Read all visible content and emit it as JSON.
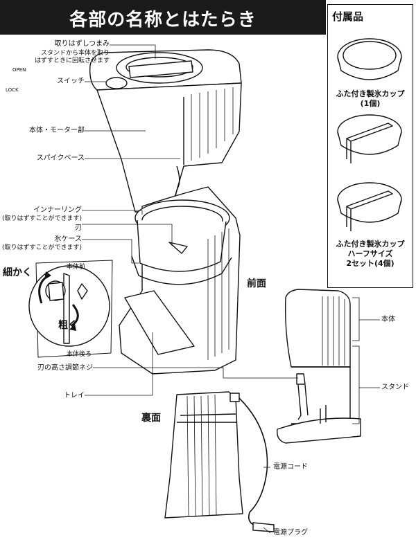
{
  "title": "各部の名称とはたらき",
  "accessories": {
    "heading": "付属品",
    "item1_line1": "ふた付き製氷カップ",
    "item1_line2": "(1個)",
    "item2_line1": "ふた付き製氷カップ",
    "item2_line2": "ハーフサイズ",
    "item2_line3": "2セット(4個)"
  },
  "labels": {
    "knob": "取りはずしつまみ",
    "knob_note1": "スタンドから本体を取り",
    "knob_note2": "はずすときに回転させます",
    "open": "OPEN",
    "lock": "LOCK",
    "switch": "スイッチ",
    "motor": "本体・モーター部",
    "spike": "スパイクベース",
    "inner_ring": "インナーリング",
    "inner_ring_note": "(取りはずすことができます)",
    "blade": "刃",
    "ice_case": "氷ケース",
    "ice_case_note": "(取りはずすことができます)",
    "body_front": "本体前",
    "fine": "細かく",
    "coarse": "粗く",
    "body_back": "本体後ろ",
    "blade_adjust": "刃の高さ調節ネジ",
    "tray": "トレイ",
    "front_view": "前面",
    "back_view": "裏面",
    "body": "本体",
    "stand": "スタンド",
    "cord": "電源コード",
    "plug": "電源プラグ"
  }
}
